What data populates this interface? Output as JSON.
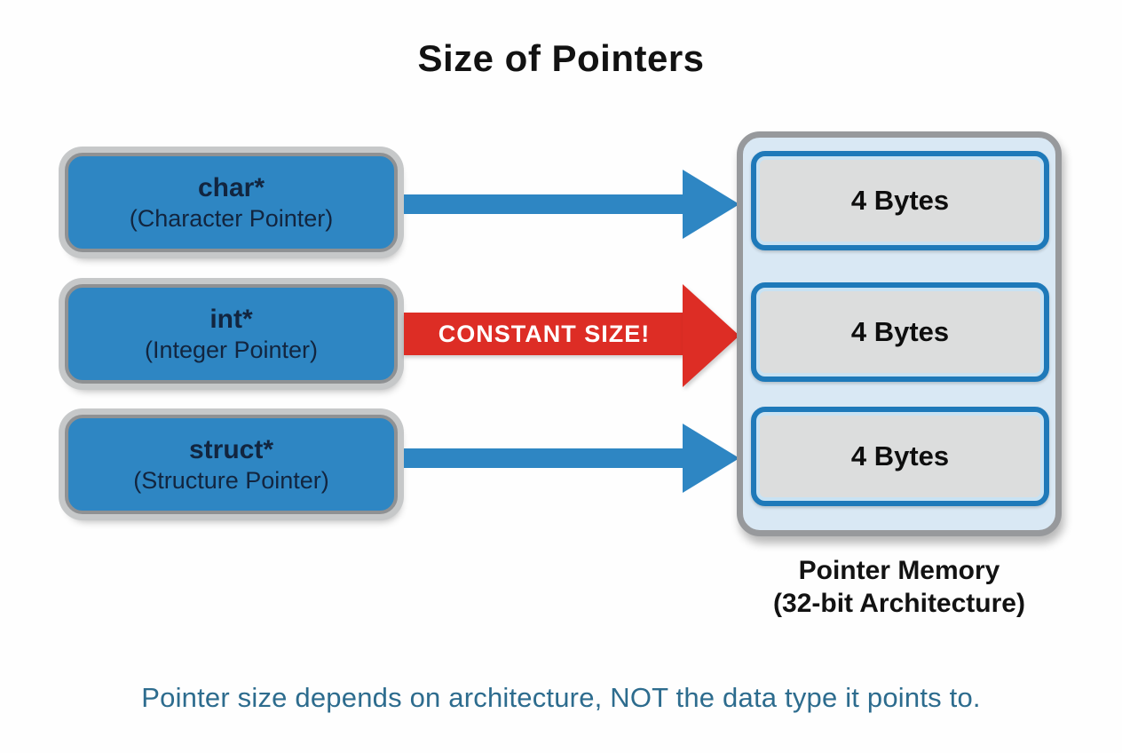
{
  "title": "Size of Pointers",
  "rows": [
    {
      "type_label": "char*",
      "description": "(Character Pointer)",
      "arrow": "blue",
      "arrow_label": "",
      "memory_size": "4 Bytes"
    },
    {
      "type_label": "int*",
      "description": "(Integer Pointer)",
      "arrow": "red",
      "arrow_label": "CONSTANT SIZE!",
      "memory_size": "4 Bytes"
    },
    {
      "type_label": "struct*",
      "description": "(Structure Pointer)",
      "arrow": "blue",
      "arrow_label": "",
      "memory_size": "4 Bytes"
    }
  ],
  "memory_panel": {
    "label_line1": "Pointer Memory",
    "label_line2": "(32-bit Architecture)"
  },
  "caption": "Pointer size depends on architecture, NOT the data type it points to.",
  "colors": {
    "box_blue": "#2e86c3",
    "arrow_blue": "#2e86c3",
    "arrow_red": "#dd2d25",
    "cell_border_blue": "#1e79b9",
    "cell_fill": "#dcdddd",
    "panel_fill": "#d9e8f4",
    "panel_border": "#97999c",
    "box_ring_outer": "#c6c8c9",
    "box_ring_inner": "#8f9193",
    "text_dark_navy": "#12253f",
    "caption_teal": "#2d6c8e"
  }
}
